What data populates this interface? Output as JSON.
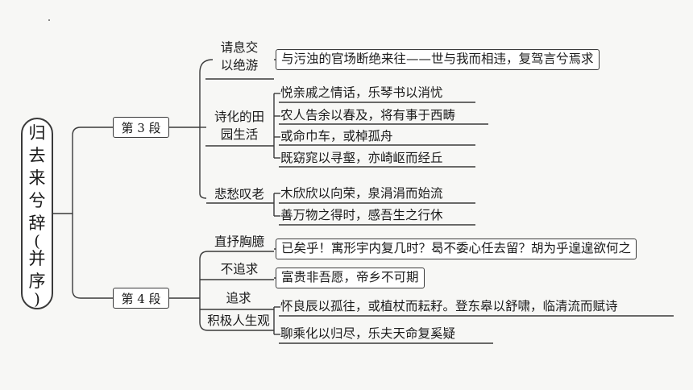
{
  "root": {
    "chars": [
      "归",
      "去",
      "来",
      "兮",
      "辞"
    ],
    "paren": [
      "(",
      "并",
      "序",
      ")"
    ]
  },
  "sections": [
    {
      "label": "第 3 段",
      "groups": [
        {
          "label_lines": [
            "请息交",
            "以绝游"
          ],
          "items": [
            "与污浊的官场断绝来往——世与我而相违，复驾言兮焉求"
          ]
        },
        {
          "label_lines": [
            "诗化的田",
            "园生活"
          ],
          "items": [
            "悦亲戚之情话，乐琴书以消忧",
            "农人告余以春及，将有事于西畴",
            "或命巾车，或棹孤舟",
            "既窈窕以寻壑，亦崎岖而经丘"
          ]
        },
        {
          "label_lines": [
            "悲愁叹老"
          ],
          "items": [
            "木欣欣以向荣，泉涓涓而始流",
            "善万物之得时，感吾生之行休"
          ]
        }
      ]
    },
    {
      "label": "第 4 段",
      "groups": [
        {
          "label_lines": [
            "直抒胸臆"
          ],
          "items": [
            "已矣乎！寓形宇内复几时？曷不委心任去留？胡为乎遑遑欲何之"
          ]
        },
        {
          "label_lines": [
            "不追求"
          ],
          "items": [
            "富贵非吾愿，帝乡不可期"
          ]
        },
        {
          "label_lines": [
            "追求",
            "积极人生观"
          ],
          "items": [
            "怀良辰以孤往，或植杖而耘耔。登东皋以舒啸，临清流而赋诗",
            "聊乘化以归尽，乐夫天命复奚疑"
          ]
        }
      ]
    }
  ]
}
